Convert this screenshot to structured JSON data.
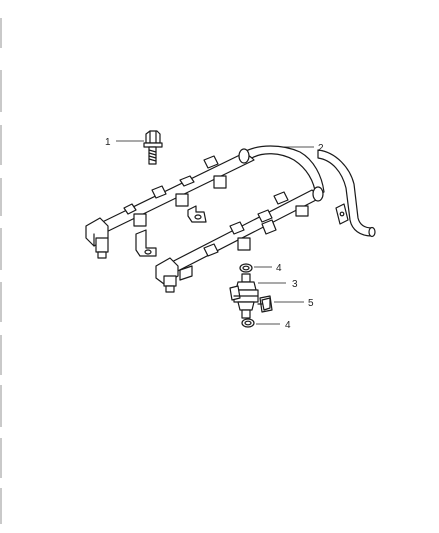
{
  "diagram": {
    "callouts": [
      {
        "number": "1"
      },
      {
        "number": "2"
      },
      {
        "number": "3"
      },
      {
        "number": "4"
      },
      {
        "number": "5"
      },
      {
        "number": "4"
      }
    ]
  },
  "colors": {
    "line": "#1a1a1a",
    "background": "#ffffff",
    "edge_marks": "#c9c9c9"
  }
}
